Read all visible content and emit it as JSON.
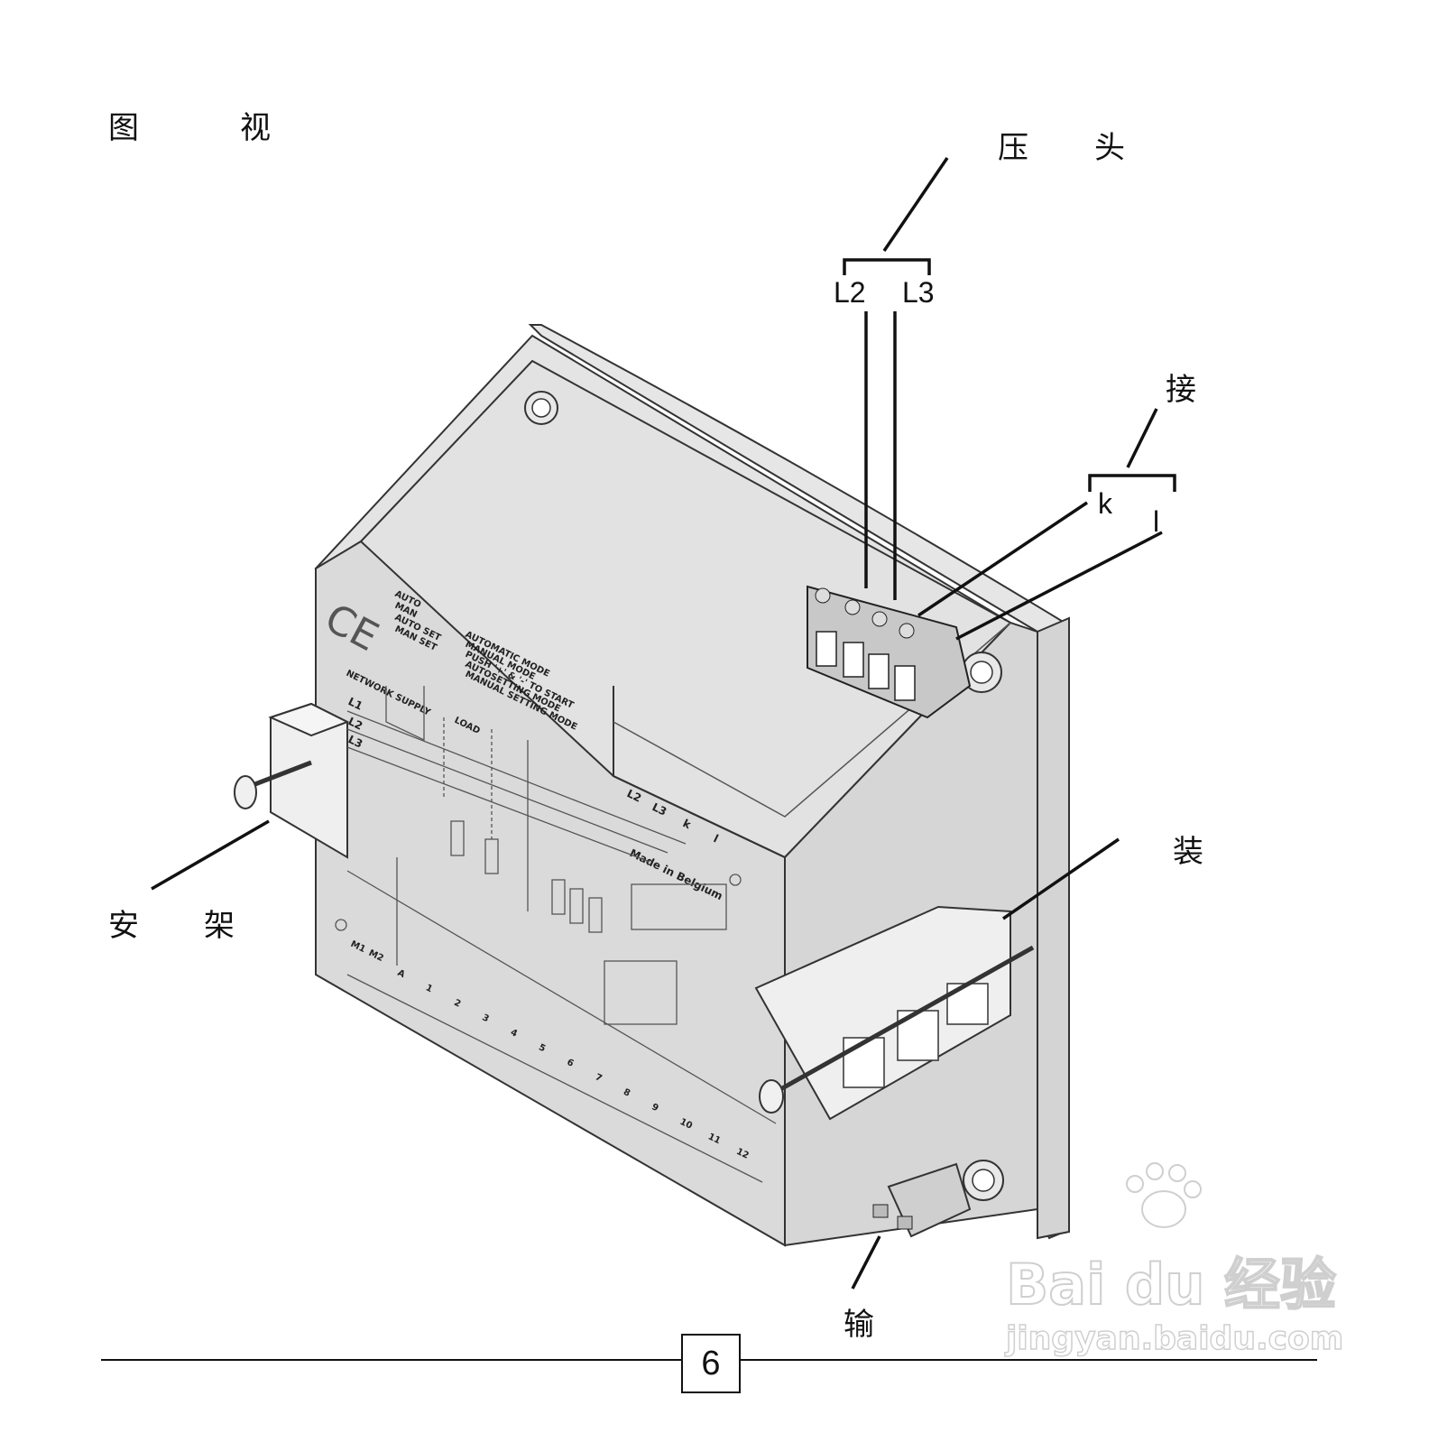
{
  "labels": {
    "view_char1": "图",
    "view_char2": "视",
    "crimp_char1": "压",
    "crimp_char2": "头",
    "connect_char": "接",
    "install_char": "装",
    "mount_char1": "安",
    "mount_char2": "架",
    "output_char": "输"
  },
  "terminals": {
    "l2": "L2",
    "l3": "L3",
    "k": "k",
    "l": "l"
  },
  "panel": {
    "modes": [
      "AUTO",
      "MAN",
      "AUTO SET",
      "MAN SET"
    ],
    "mode_desc": [
      "AUTOMATIC MODE",
      "MANUAL MODE",
      "PUSH '+' & '-' TO START",
      "AUTOSETTING MODE",
      "MANUAL SETTING MODE"
    ],
    "network_supply": "NETWORK SUPPLY",
    "load": "LOAD",
    "phase_l1": "L1",
    "phase_l2": "L2",
    "phase_l3": "L3",
    "wire_l2": "L2",
    "wire_l3": "L3",
    "wire_k": "k",
    "wire_l": "l",
    "made_in": "Made in Belgium",
    "m1": "M1",
    "m2": "M2",
    "relay_labels": [
      "A",
      "1",
      "2",
      "3",
      "4",
      "5",
      "6",
      "7",
      "8",
      "9",
      "10",
      "11",
      "12"
    ]
  },
  "page_number": "6",
  "watermark": {
    "brand": "Bai du 经验",
    "url": "jingyan.baidu.com"
  }
}
